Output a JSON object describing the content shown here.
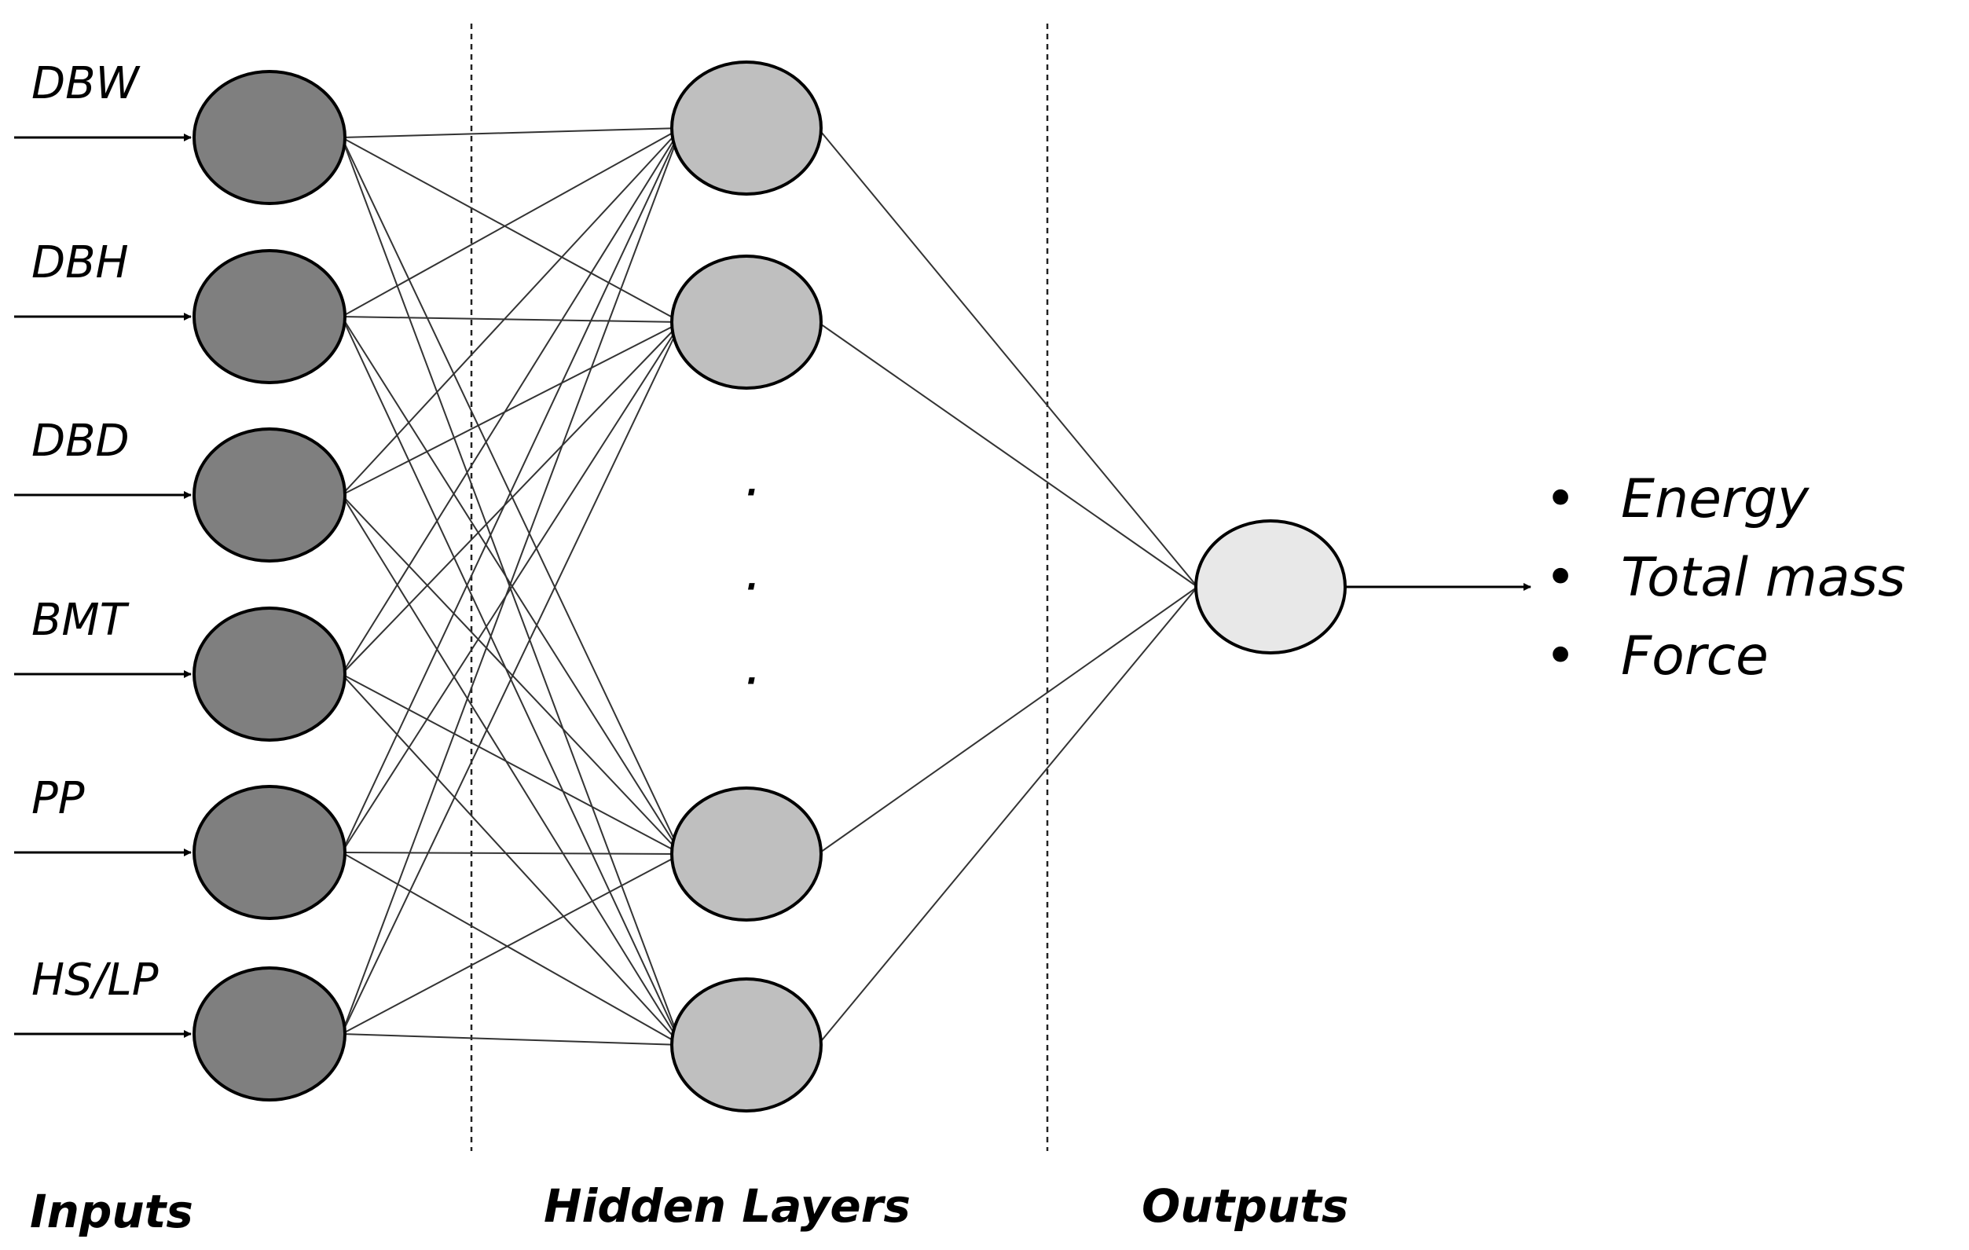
{
  "inputs": {
    "label": "Inputs",
    "items": [
      "DBW",
      "DBH",
      "DBD",
      "BMT",
      "PP",
      "HS/LP"
    ]
  },
  "hidden": {
    "label": "Hidden Layers",
    "ellipsis": [
      "·",
      "·",
      "·"
    ]
  },
  "outputs": {
    "label": "Outputs",
    "bullet": "•",
    "items": [
      "Energy",
      "Total mass",
      "Force"
    ]
  },
  "colors": {
    "input_node": "#7f7f7f",
    "hidden_node": "#bfbfbf",
    "output_node": "#e8e8e8",
    "edge": "#333333"
  }
}
